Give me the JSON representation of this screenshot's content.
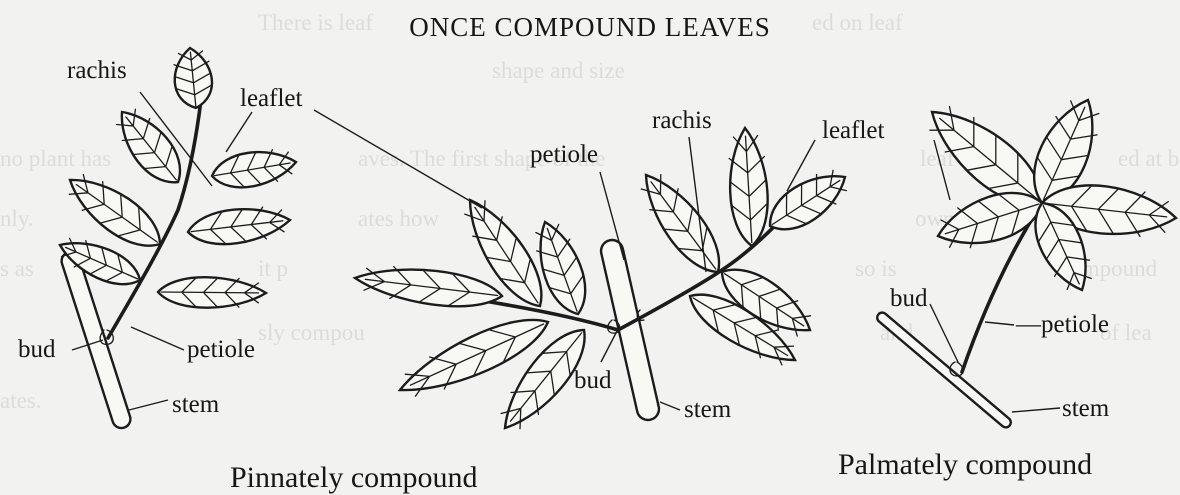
{
  "bleed_through": [
    "There is leaf",
    "ed on leaf",
    "shape and size",
    "no plant has",
    "aves. The first shape of the",
    "leaf is",
    "ed at b",
    "nly. ",
    "ates how",
    "own in",
    "s as",
    "it p",
    "so is",
    "compound",
    "sly compou",
    "and",
    "of lea",
    "ates."
  ],
  "diagram": {
    "title": "ONCE COMPOUND LEAVES",
    "left_labels": {
      "rachis": "rachis",
      "leaflet": "leaflet",
      "bud": "bud",
      "petiole": "petiole",
      "stem": "stem"
    },
    "middle_labels": {
      "rachis": "rachis",
      "leaflet": "leaflet",
      "petiole": "petiole",
      "bud": "bud",
      "stem": "stem"
    },
    "right_labels": {
      "bud": "bud",
      "petiole": "—petiole",
      "stem": "stem"
    },
    "caption_pinnate": "Pinnately compound",
    "caption_palmate": "Palmately compound"
  }
}
